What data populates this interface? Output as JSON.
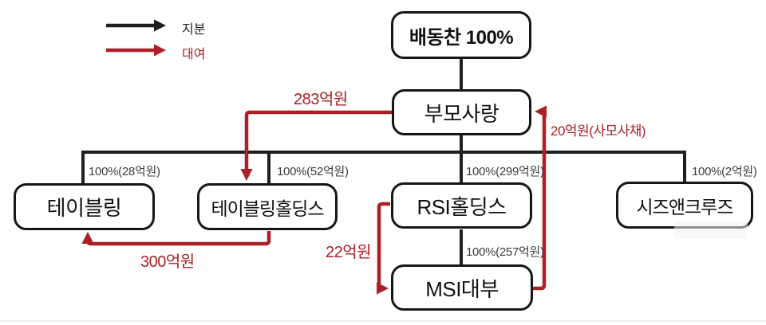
{
  "colors": {
    "equity_line": "#1f1f1f",
    "loan_line": "#ab2026",
    "percent_label": "#3d3d3d",
    "background": "#ffffff"
  },
  "legend": {
    "equity_label": "지분",
    "loan_label": "대여"
  },
  "nodes": {
    "owner": "배동찬 100%",
    "parent": "부모사랑",
    "tabling": "테이블링",
    "tabling_holdings": "테이블링홀딩스",
    "rsi_holdings": "RSI홀딩스",
    "seas_cruise": "시즈앤크루즈",
    "msi_loan": "MSI대부"
  },
  "equity_labels": {
    "tabling": "100%(28억원)",
    "tabling_holdings": "100%(52억원)",
    "rsi_holdings": "100%(299억원)",
    "seas_cruise": "100%(2억원)",
    "msi_loan": "100%(257억원)"
  },
  "loan_labels": {
    "parent_to_tabling_holdings": "283억원",
    "tabling_holdings_to_tabling": "300억원",
    "rsi_to_msi": "22억원",
    "msi_to_parent": "20억원(사모사채)"
  }
}
